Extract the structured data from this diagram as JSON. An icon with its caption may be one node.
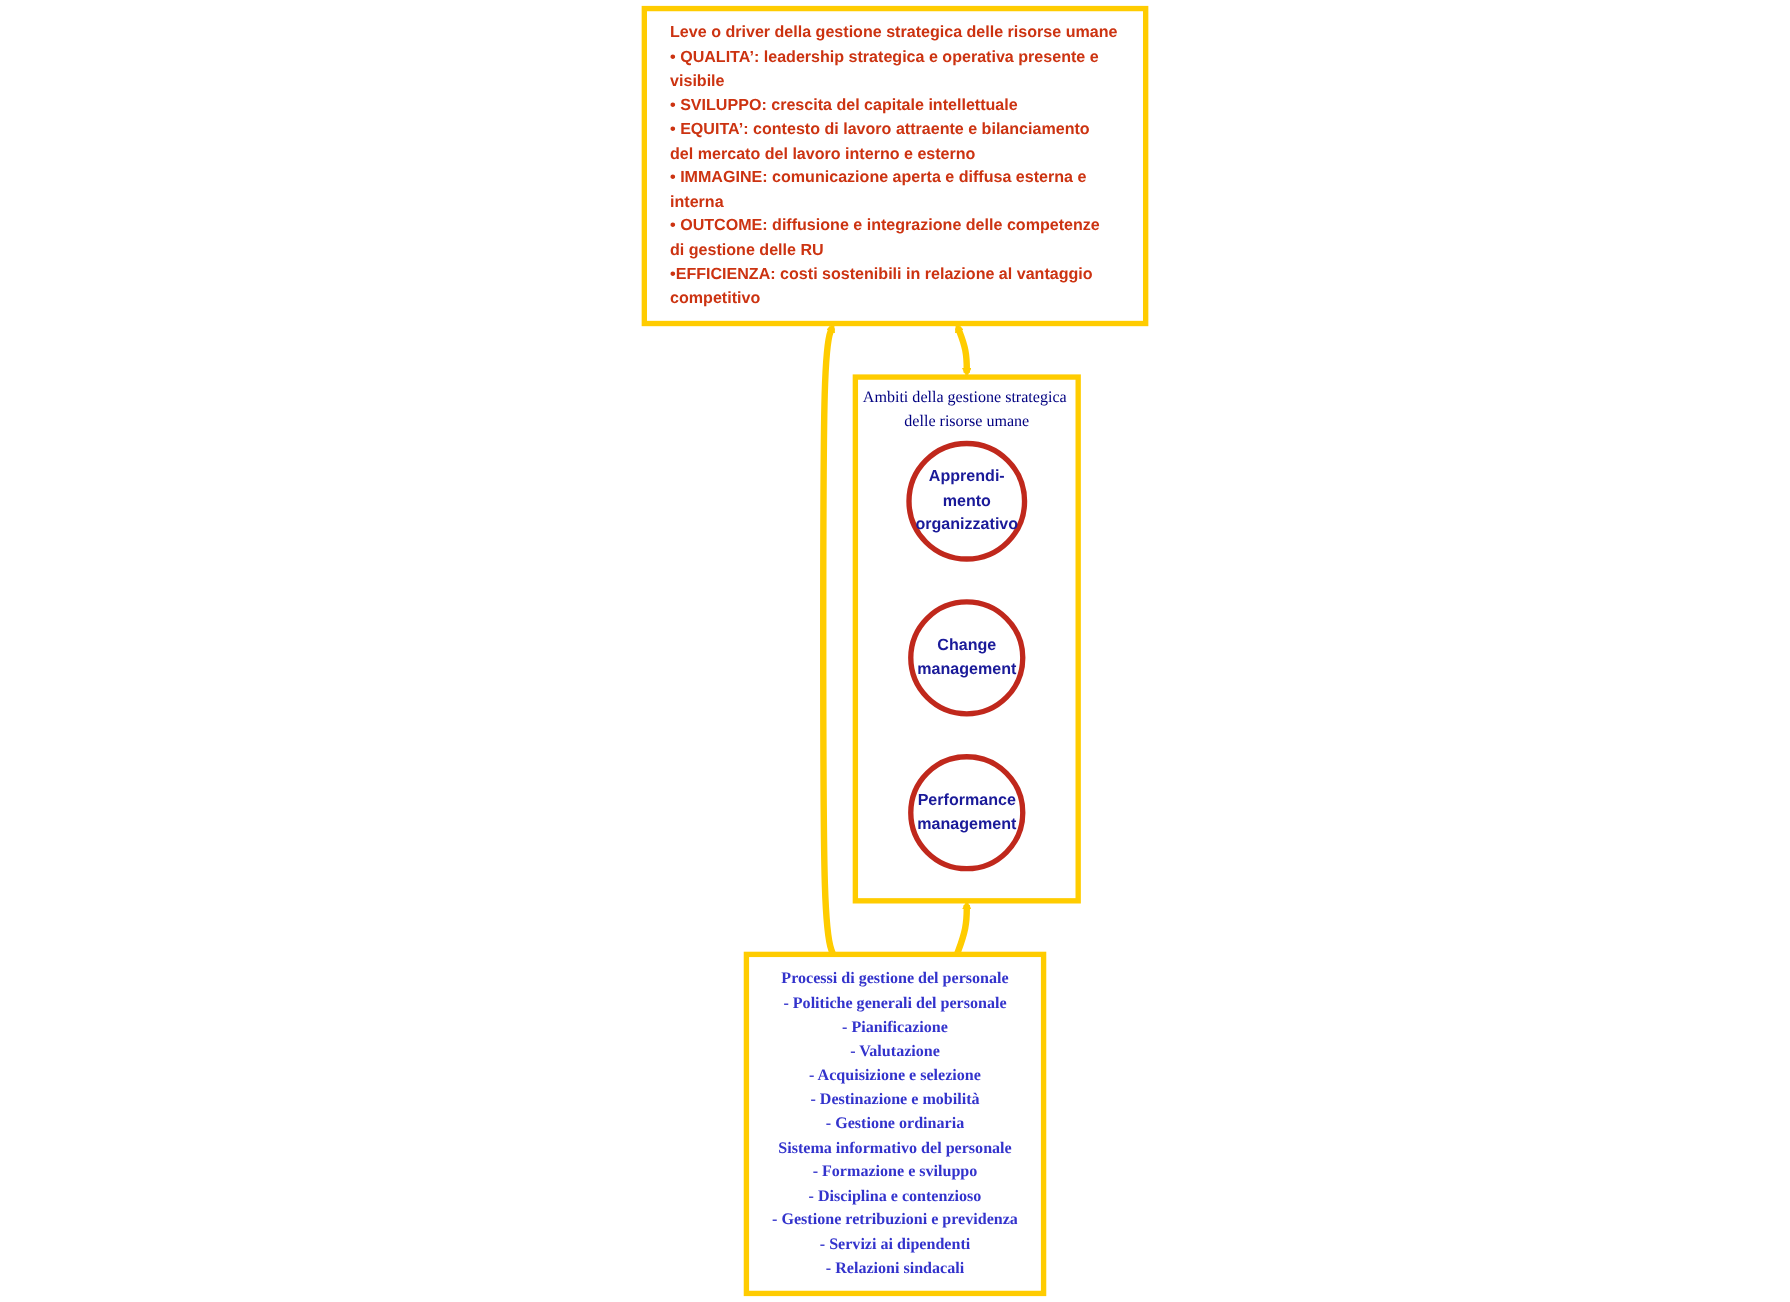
{
  "diagram": {
    "nodes": [
      {
        "text": [
          "Ambiti della gestione strategica delle risorse umane"
        ]
      },
      {
        "text": [
          "Apprendi- mento organizzativo"
        ],
        "in": 0
      },
      {
        "text": [
          "Change management"
        ],
        "in": 0
      },
      {
        "text": [
          "Performance management"
        ],
        "in": 0
      },
      {
        "text": [
          "Leve o driver della gestione strategica delle risorse umane",
          "• QUALITA’: leadership strategica e operativa presente e visibile",
          "• SVILUPPO: crescita del capitale intellettuale",
          "• EQUITA’: contesto di lavoro attraente e bilanciamento del mercato del lavoro interno e esterno",
          "• IMMAGINE: comunicazione aperta e diffusa esterna e interna",
          "• OUTCOME: diffusione e integrazione delle competenze di gestione delle RU",
          "•EFFICIENZA: costi sostenibili in relazione al vantaggio competitivo"
        ]
      },
      {
        "text": [
          "Processi di gestione del personale",
          "- Politiche generali del personale",
          "- Pianificazione",
          "- Valutazione",
          "- Acquisizione e selezione",
          "- Destinazione e mobilità",
          "- Gestione ordinaria",
          "Sistema informativo del personale",
          "- Formazione e sviluppo",
          "- Disciplina e contenzioso",
          "- Gestione retribuzioni e previdenza",
          "- Servizi ai dipendenti",
          "- Relazioni sindacali"
        ]
      }
    ],
    "edges": [
      {
        "from": 0,
        "to": 4,
        "arrow": "both"
      },
      {
        "from": 5,
        "to": 0,
        "arrow": "to"
      },
      {
        "from": 5,
        "to": 4,
        "arrow": "to"
      }
    ]
  }
}
